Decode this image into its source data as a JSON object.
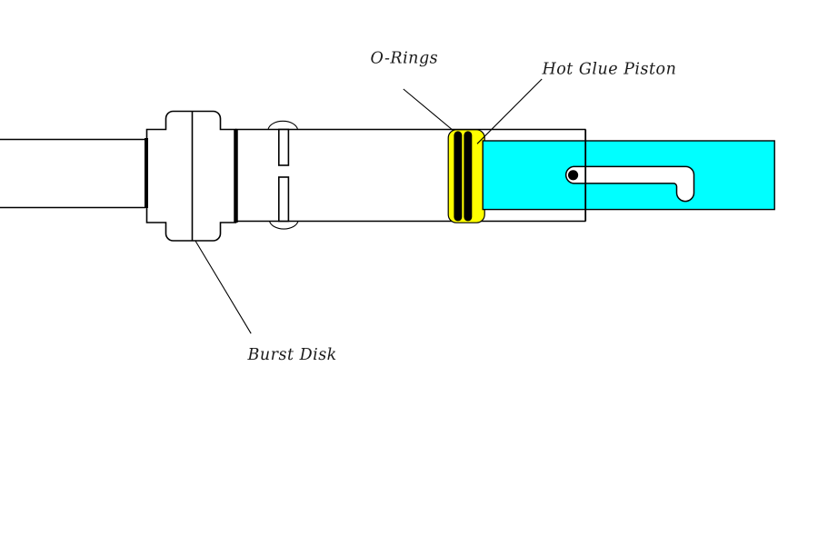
{
  "labels": {
    "o_rings": "O-Rings",
    "hot_glue_piston": "Hot Glue Piston",
    "burst_disk": "Burst Disk"
  },
  "colors": {
    "background": "#ffffff",
    "line": "#000000",
    "o_ring_housing": "#ffff00",
    "o_ring": "#000000",
    "piston": "#00ffff",
    "slot": "#ffffff",
    "pin_dot": "#000000"
  }
}
